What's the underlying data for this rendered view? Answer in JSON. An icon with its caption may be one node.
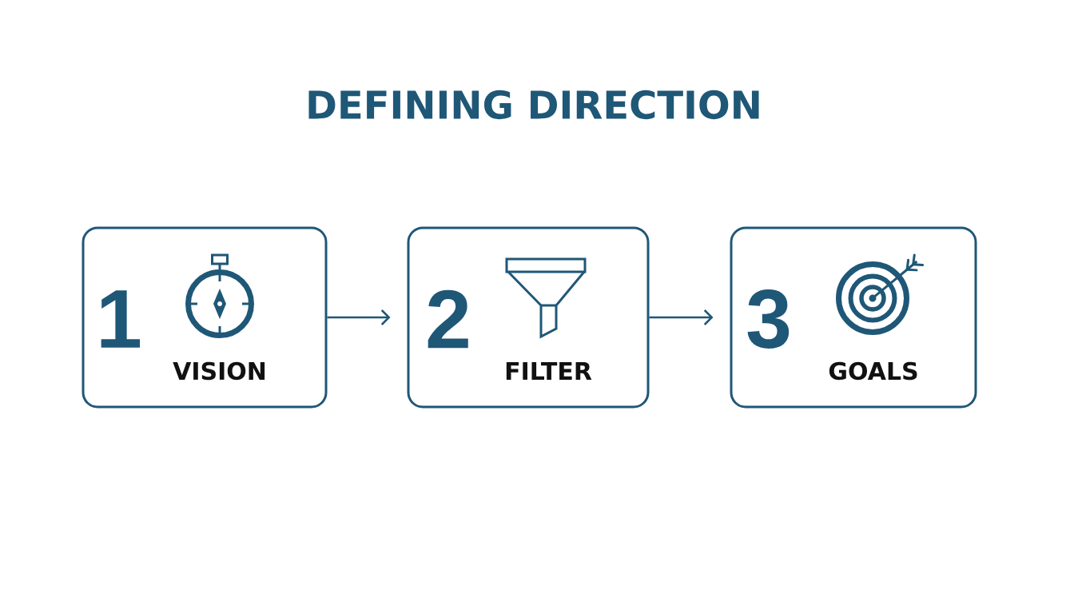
{
  "diagram": {
    "title": "DEFINING DIRECTION",
    "nodes": [
      {
        "text": [
          "1",
          "VISION"
        ]
      },
      {
        "text": [
          "2",
          "FILTER"
        ]
      },
      {
        "text": [
          "3",
          "GOALS"
        ]
      }
    ],
    "edges": [
      {
        "from": 0,
        "to": 1,
        "arrow": "to"
      },
      {
        "from": 1,
        "to": 2,
        "arrow": "to"
      }
    ]
  }
}
